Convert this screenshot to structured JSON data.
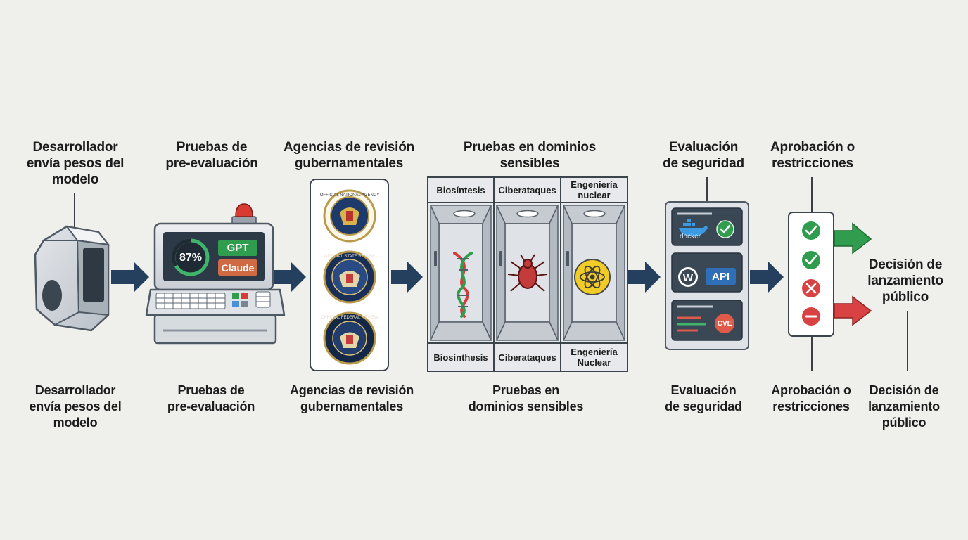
{
  "colors": {
    "background": "#efefec",
    "outline": "#55606b",
    "arrow": "#25405f",
    "green": "#2f9d4d",
    "red": "#d94242",
    "claude": "#d06a45",
    "gauge": "#3fb56a",
    "seal_blue": "#1e3a6a",
    "cve": "#e05a4a",
    "nuclear": "#f1cc27",
    "bug": "#c43b3b"
  },
  "top_labels": {
    "developer": "Desarrollador\nenvía pesos del\nmodelo",
    "pretests": "Pruebas de\npre-evaluación",
    "agencies": "Agencias de revisión\ngubernamentales",
    "domains": "Pruebas en dominios\nsensibles",
    "security": "Evaluación\nde seguridad",
    "approval": "Aprobación o\nrestricciones",
    "decision": "Decisión de\nlanzamiento\npúblico"
  },
  "bottom_labels": {
    "developer": "Desarrollador\nenvía pesos del\nmodelo",
    "pretests": "Pruebas de\npre-evaluación",
    "agencies": "Agencias de revisión\ngubernamentales",
    "domains": "Pruebas en\ndominios sensibles",
    "security": "Evaluación\nde seguridad",
    "approval": "Aprobación o\nrestricciones",
    "decision": "Decisión de\nlanzamiento\npúblico"
  },
  "terminal": {
    "score": "87%",
    "model_a": "GPT",
    "model_b": "Claude"
  },
  "seals": {
    "seal_1_text": "OFFICIAL NATIONAL AGENCY",
    "seal_2_text": "OFFICIAL STATE REVIEW",
    "seal_3_text": "OFFICIAL FEDERAL REVIEW"
  },
  "domains": {
    "top": [
      "Biosíntesis",
      "Ciberataques",
      "Engeniería\nnuclear"
    ],
    "bottom": [
      "Biosinthesis",
      "Ciberataques",
      "Engeniería\nNuclear"
    ],
    "icons": [
      "dna-icon",
      "bug-icon",
      "atom-icon"
    ]
  },
  "security_panel": {
    "docker": "docker",
    "api": "API",
    "cve": "CVE"
  },
  "approval_panel": {
    "states": [
      "approved",
      "approved",
      "rejected",
      "blocked"
    ]
  }
}
